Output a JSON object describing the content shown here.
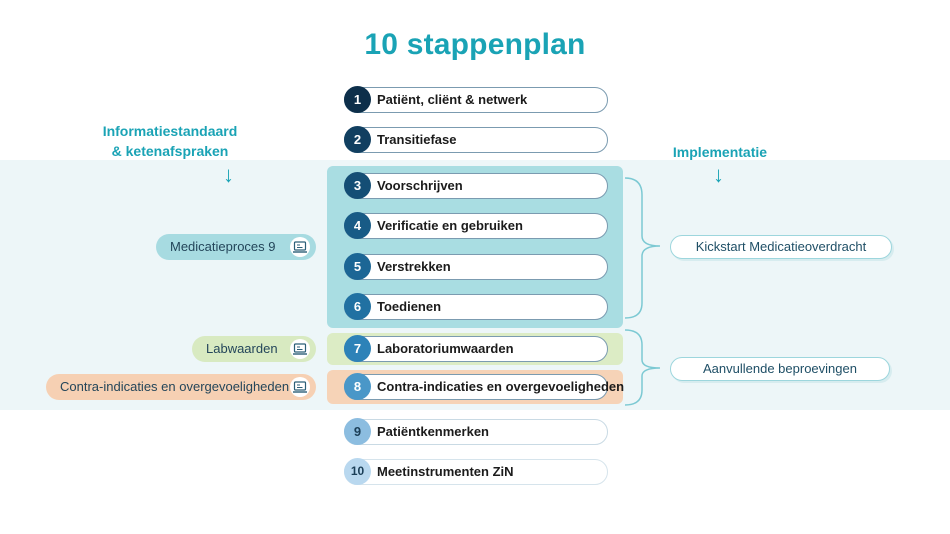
{
  "title": "10 stappenplan",
  "left_heading": [
    "Informatiestandaard",
    "& ketenafspraken"
  ],
  "right_heading": "Implementatie",
  "arrow_glyph": "↓",
  "steps": [
    {
      "num": "1",
      "label": "Patiënt, cliënt & netwerk",
      "color": "#0d2f4a"
    },
    {
      "num": "2",
      "label": "Transitiefase",
      "color": "#113f60"
    },
    {
      "num": "3",
      "label": "Voorschrijven",
      "color": "#144e75"
    },
    {
      "num": "4",
      "label": "Verificatie en gebruiken",
      "color": "#185b86"
    },
    {
      "num": "5",
      "label": "Verstrekken",
      "color": "#1c6695"
    },
    {
      "num": "6",
      "label": "Toedienen",
      "color": "#2171a2"
    },
    {
      "num": "7",
      "label": "Laboratoriumwaarden",
      "color": "#2d82b8"
    },
    {
      "num": "8",
      "label": "Contra-indicaties en overgevoeligheden",
      "color": "#4a97c8"
    },
    {
      "num": "9",
      "label": "Patiëntkenmerken",
      "color": "#8cbde0"
    },
    {
      "num": "10",
      "label": "Meetinstrumenten ZiN",
      "color": "#b9d8ef"
    }
  ],
  "tags": [
    {
      "label": "Medicatieproces 9",
      "color": "#a7dbe1",
      "icon": "laptop-icon"
    },
    {
      "label": "Labwaarden",
      "color": "#d8eac1",
      "icon": "laptop-icon"
    },
    {
      "label": "Contra-indicaties en overgevoeligheden",
      "color": "#f6d0b3",
      "icon": "laptop-icon"
    }
  ],
  "implementation": [
    {
      "label": "Kickstart Medicatieoverdracht"
    },
    {
      "label": "Aanvullende beproevingen"
    }
  ]
}
